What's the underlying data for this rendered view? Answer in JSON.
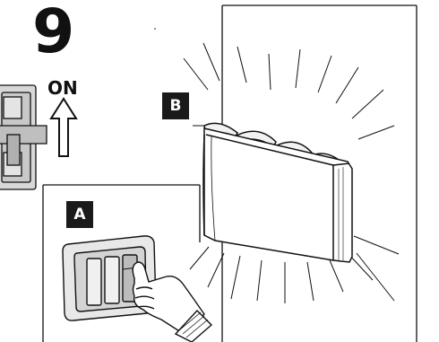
{
  "step": {
    "number": "9"
  },
  "switch_state": {
    "label": "ON"
  },
  "callouts": [
    {
      "id": "A",
      "target": "wall-switch"
    },
    {
      "id": "B",
      "target": "wall-lamp"
    }
  ],
  "colors": {
    "ink": "#111111",
    "callout_bg": "#1a1a1a",
    "lamp_fill": "#ffffff",
    "switch_fill": "#d8d8d8"
  },
  "icons": [
    "arrow-up-icon",
    "light-rays-icon",
    "hand-icon"
  ]
}
